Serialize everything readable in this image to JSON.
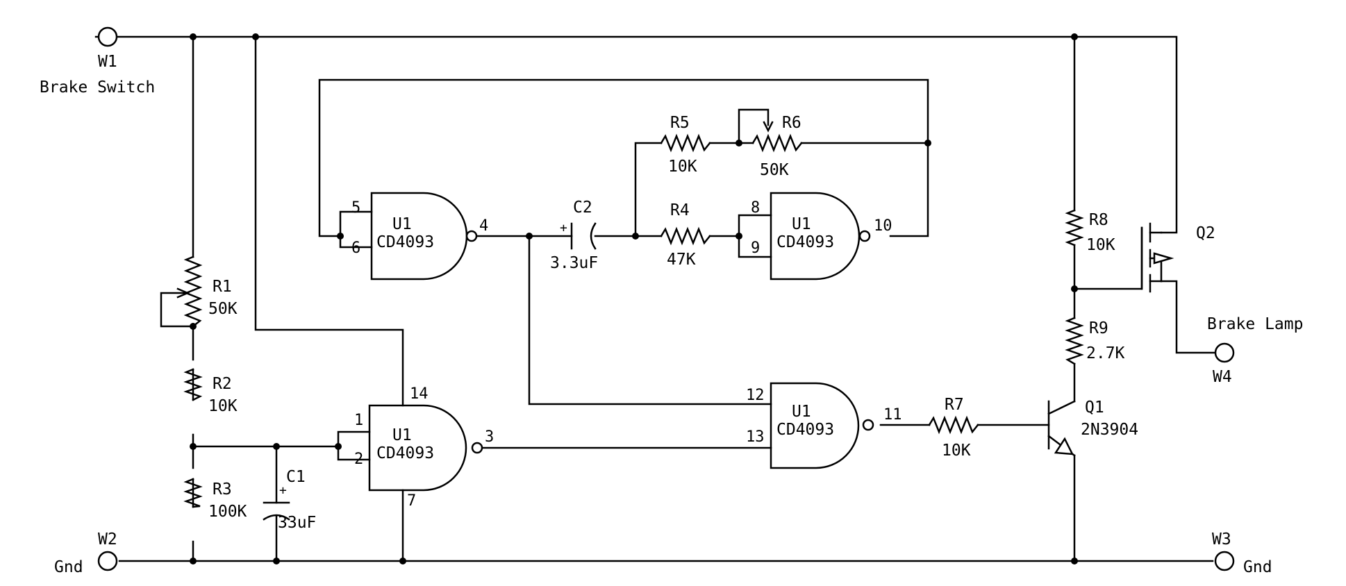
{
  "terminals": {
    "w1": {
      "ref": "W1",
      "label": "Brake Switch"
    },
    "w2": {
      "ref": "W2",
      "label": "Gnd"
    },
    "w3": {
      "ref": "W3",
      "label": "Gnd"
    },
    "w4": {
      "ref": "W4",
      "label": "Brake Lamp"
    }
  },
  "resistors": {
    "r1": {
      "ref": "R1",
      "value": "50K"
    },
    "r2": {
      "ref": "R2",
      "value": "10K"
    },
    "r3": {
      "ref": "R3",
      "value": "100K"
    },
    "r4": {
      "ref": "R4",
      "value": "47K"
    },
    "r5": {
      "ref": "R5",
      "value": "10K"
    },
    "r6": {
      "ref": "R6",
      "value": "50K"
    },
    "r7": {
      "ref": "R7",
      "value": "10K"
    },
    "r8": {
      "ref": "R8",
      "value": "10K"
    },
    "r9": {
      "ref": "R9",
      "value": "2.7K"
    }
  },
  "capacitors": {
    "c1": {
      "ref": "C1",
      "value": "33uF",
      "polarity": "+"
    },
    "c2": {
      "ref": "C2",
      "value": "3.3uF",
      "polarity": "+"
    }
  },
  "transistors": {
    "q1": {
      "ref": "Q1",
      "part": "2N3904"
    },
    "q2": {
      "ref": "Q2"
    }
  },
  "gates": {
    "a": {
      "ref": "U1",
      "part": "CD4093",
      "in1": "5",
      "in2": "6",
      "out": "4"
    },
    "b": {
      "ref": "U1",
      "part": "CD4093",
      "in1": "8",
      "in2": "9",
      "out": "10"
    },
    "c": {
      "ref": "U1",
      "part": "CD4093",
      "in1": "1",
      "in2": "2",
      "out": "3",
      "vdd": "14",
      "vss": "7"
    },
    "d": {
      "ref": "U1",
      "part": "CD4093",
      "in1": "12",
      "in2": "13",
      "out": "11"
    }
  }
}
